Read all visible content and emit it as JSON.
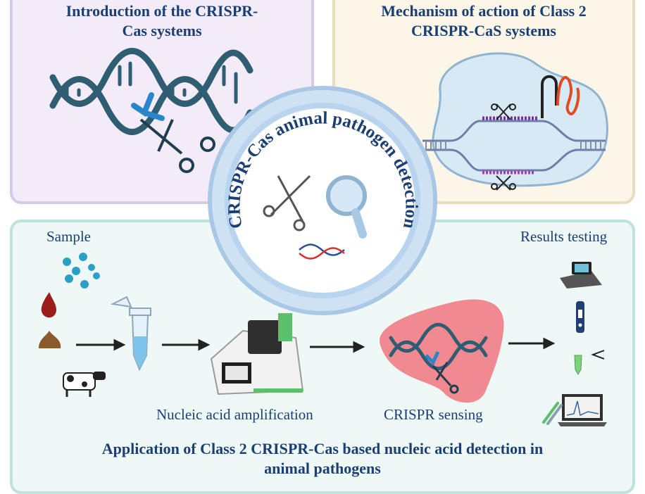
{
  "panels": {
    "intro": {
      "title_line1": "Introduction of the CRISPR-",
      "title_line2": "Cas systems"
    },
    "mechanism": {
      "title_line1": "Mechanism of action of Class 2",
      "title_line2": "CRISPR-CaS systems"
    },
    "application": {
      "sample_label": "Sample",
      "amplification_label": "Nucleic acid amplification",
      "sensing_label": "CRISPR sensing",
      "results_label": "Results testing",
      "footer_line1": "Application of Class 2 CRISPR-Cas based nucleic acid detection in",
      "footer_line2": "animal pathogens"
    }
  },
  "center": {
    "ring_text": "CRISPR-Cas animal pathogen detection"
  },
  "colors": {
    "title_blue": "#1b3f73",
    "dna_teal": "#2f5d72",
    "ring_blue": "#b8d4ee",
    "purple_panel": "#f3ecf8",
    "yellow_panel": "#fbf6e8",
    "teal_panel": "#eef8f6"
  }
}
